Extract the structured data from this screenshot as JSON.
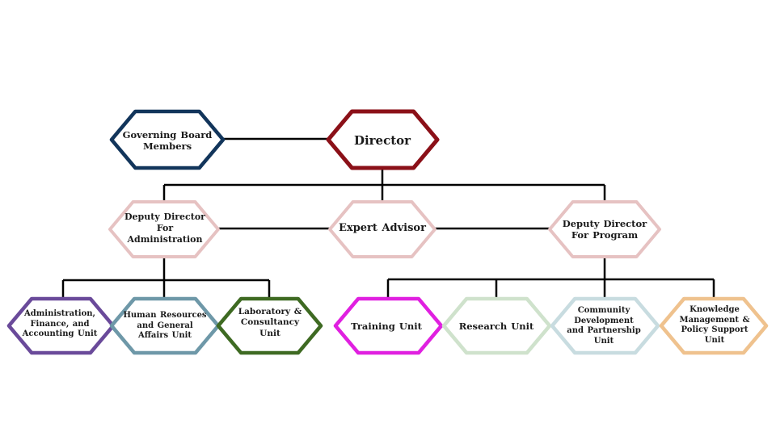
{
  "colors": {
    "director": "#8b1018",
    "governing": "#12355b",
    "advisor": "#e6c2c2",
    "deputy": "#e6c2c2",
    "admin_unit": "#6a4a9a",
    "hr_unit": "#6e98a8",
    "lab_unit": "#3e6a22",
    "training_unit": "#e020e0",
    "research_unit": "#cfe2cc",
    "community_unit": "#c8dce0",
    "knowledge_unit": "#efc28e",
    "connector": "#000000"
  },
  "nodes": {
    "director": {
      "label": "Director"
    },
    "governing_board": {
      "label": "Governing Board Members"
    },
    "expert_advisor": {
      "label": "Expert Advisor"
    },
    "deputy_admin": {
      "label": "Deputy Director For Administration"
    },
    "deputy_program": {
      "label": "Deputy Director For Program"
    },
    "admin_finance": {
      "label": "Administration, Finance, and Accounting Unit"
    },
    "hr_general": {
      "label": "Human Resources and General Affairs Unit"
    },
    "laboratory": {
      "label": "Laboratory & Consultancy Unit"
    },
    "training": {
      "label": "Training Unit"
    },
    "research": {
      "label": "Research Unit"
    },
    "community": {
      "label": "Community Development and Partnership Unit"
    },
    "knowledge": {
      "label": "Knowledge Management & Policy Support Unit"
    }
  }
}
